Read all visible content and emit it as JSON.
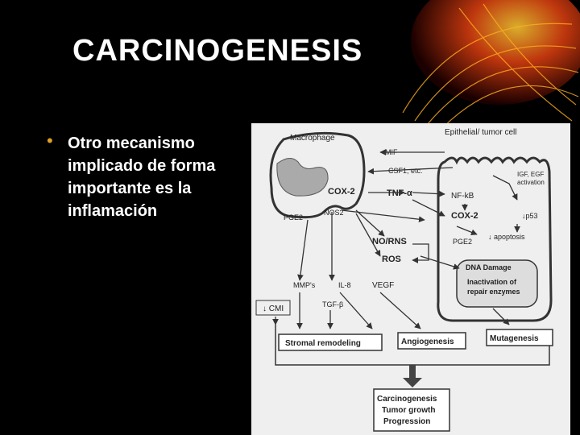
{
  "slide": {
    "title": "CARCINOGENESIS",
    "bullet": "Otro mecanismo implicado  de forma importante es la inflamación"
  },
  "diagram": {
    "macrophage": "Macrophage",
    "tumor_cell": "Epithelial/ tumor cell",
    "mif": "MIF",
    "csf1": "CSF1, etc.",
    "igf": "IGF, EGF",
    "igf2": "activation",
    "cox2_m": "COX-2",
    "tnf": "TNF-α",
    "nfkb": "NF-kB",
    "pge2_m": "PGE2",
    "nos2": "NOS2",
    "cox2_t": "COX-2",
    "p53": "↓p53",
    "norns": "NO/RNS",
    "ros": "ROS",
    "pge2_t": "PGE2",
    "apoptosis": "↓ apoptosis",
    "dna_damage": "DNA Damage",
    "inact1": "Inactivation of",
    "inact2": "repair enzymes",
    "mmps": "MMP's",
    "il8": "IL-8",
    "vegf": "VEGF",
    "cmi": "↓ CMI",
    "tgfb": "TGF-β",
    "stromal": "Stromal remodeling",
    "angio": "Angiogenesis",
    "muta": "Mutagenesis",
    "out1": "Carcinogenesis",
    "out2": "Tumor growth",
    "out3": "Progression"
  }
}
